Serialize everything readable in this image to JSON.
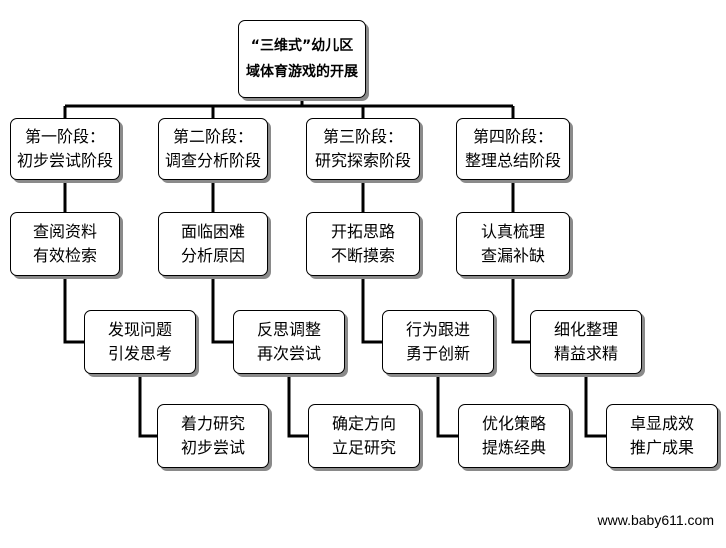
{
  "root": {
    "line1": "“三维式”幼儿区",
    "line2": "域体育游戏的开展"
  },
  "stages": [
    {
      "title": "第一阶段：",
      "subtitle": "初步尝试阶段",
      "steps": [
        [
          "查阅资料",
          "有效检索"
        ],
        [
          "发现问题",
          "引发思考"
        ],
        [
          "着力研究",
          "初步尝试"
        ]
      ]
    },
    {
      "title": "第二阶段：",
      "subtitle": "调查分析阶段",
      "steps": [
        [
          "面临困难",
          "分析原因"
        ],
        [
          "反思调整",
          "再次尝试"
        ],
        [
          "确定方向",
          "立足研究"
        ]
      ]
    },
    {
      "title": "第三阶段：",
      "subtitle": "研究探索阶段",
      "steps": [
        [
          "开拓思路",
          "不断摸索"
        ],
        [
          "行为跟进",
          "勇于创新"
        ],
        [
          "优化策略",
          "提炼经典"
        ]
      ]
    },
    {
      "title": "第四阶段：",
      "subtitle": "整理总结阶段",
      "steps": [
        [
          "认真梳理",
          "查漏补缺"
        ],
        [
          "细化整理",
          "精益求精"
        ],
        [
          "卓显成效",
          "推广成果"
        ]
      ]
    }
  ],
  "footer": "www.baby611.com"
}
